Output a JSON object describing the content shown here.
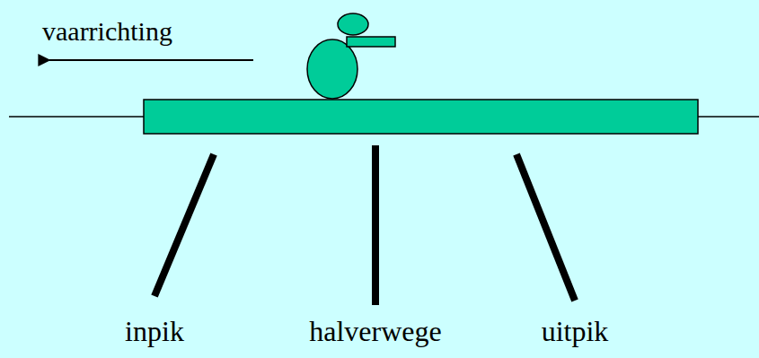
{
  "diagram": {
    "labels": [
      "vaarrichting",
      "inpik",
      "halverwege",
      "uitpik"
    ]
  }
}
